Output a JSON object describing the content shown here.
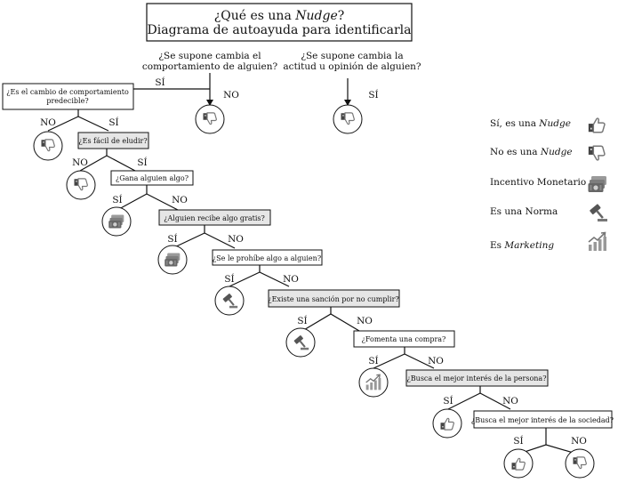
{
  "title": {
    "line1_pre": "¿Qué es una ",
    "line1_em": "Nudge",
    "line1_post": "?",
    "line2": "Diagrama de autoayuda para identificarla"
  },
  "top": {
    "behavior_q": [
      "¿Se supone cambia el",
      "comportamiento de alguien?"
    ],
    "attitude_q": [
      "¿Se supone cambia la",
      "actitud u opinión de alguien?"
    ],
    "si": "SÍ",
    "no": "NO"
  },
  "questions": {
    "q1": [
      "¿Es el cambio de comportamiento",
      "predecible?"
    ],
    "q2": "¿Es fácil de eludir?",
    "q3": "¿Gana alguien algo?",
    "q4": "¿Alguien recibe algo gratis?",
    "q5": "¿Se le prohíbe algo a alguien?",
    "q6": "¿Existe una sanción por no cumplir?",
    "q7": "¿Fomenta una compra?",
    "q8": "¿Busca el mejor interés de la persona?",
    "q9": "¿Busca el mejor interés de la sociedad?"
  },
  "labels": {
    "si": "SÍ",
    "no": "NO"
  },
  "legend": [
    {
      "pre": "Sí, es una ",
      "em": "Nudge",
      "icon": "thumbs-up-icon"
    },
    {
      "pre": "No es una ",
      "em": "Nudge",
      "icon": "thumbs-down-icon"
    },
    {
      "pre": "Incentivo Monetario",
      "em": "",
      "icon": "money-icon"
    },
    {
      "pre": "Es una Norma",
      "em": "",
      "icon": "gavel-icon"
    },
    {
      "pre": "Es ",
      "em": "Marketing",
      "icon": "chart-up-icon"
    }
  ],
  "colors": {
    "ink": "#111111",
    "grey_box": "#e6e6e6",
    "icon_grey": "#8a8a8a",
    "icon_dark": "#444444"
  }
}
